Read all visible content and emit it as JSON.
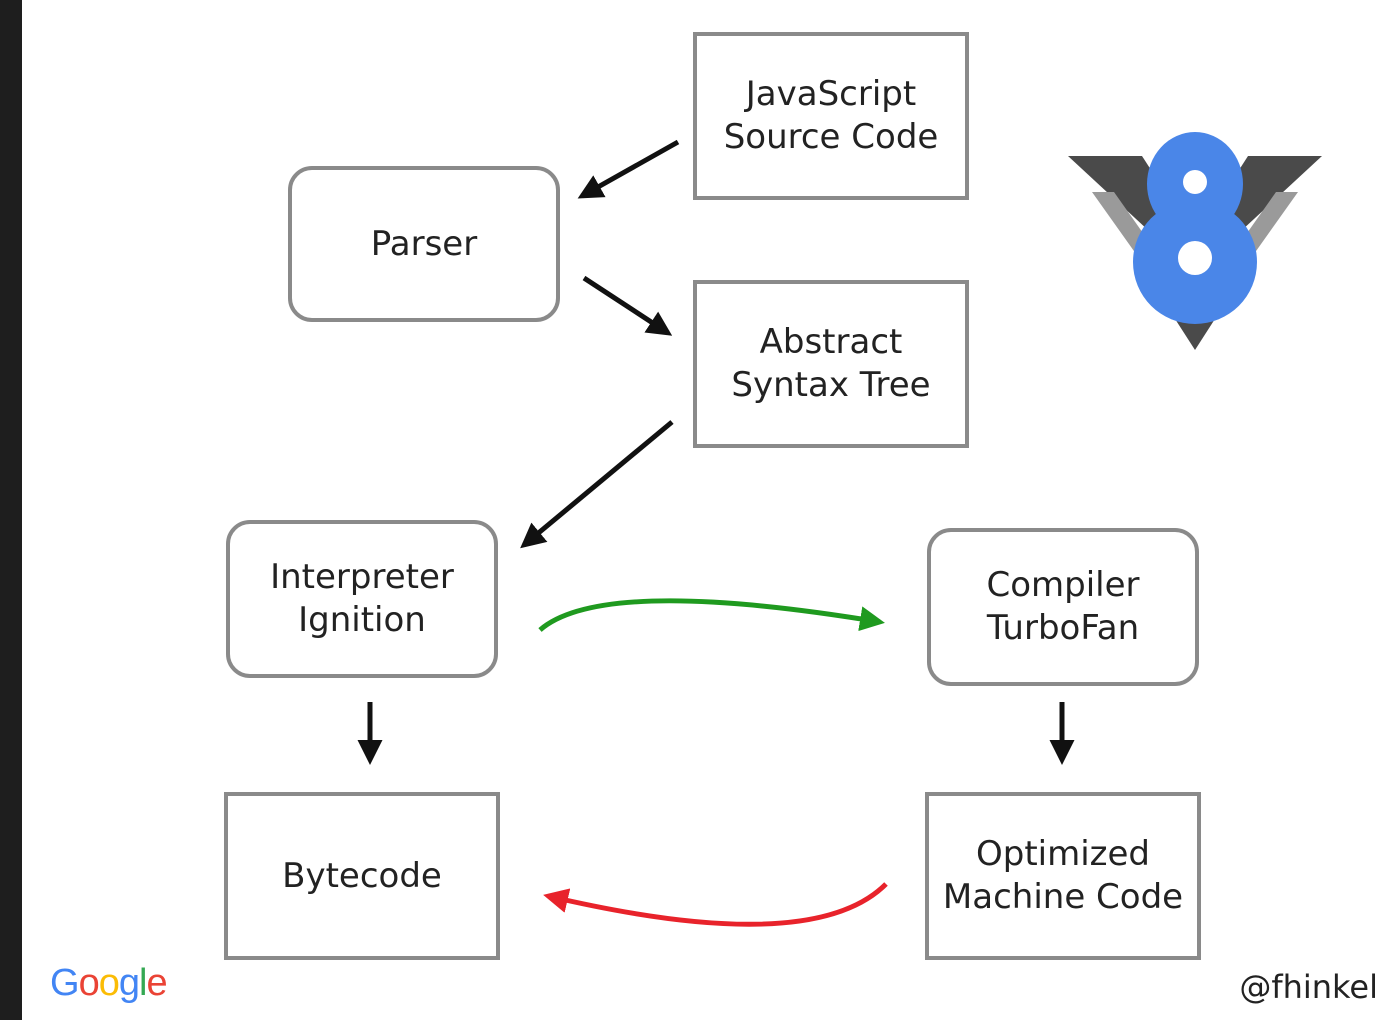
{
  "nodes": {
    "js_source": {
      "line1": "JavaScript",
      "line2": "Source Code"
    },
    "parser": {
      "line1": "Parser"
    },
    "ast": {
      "line1": "Abstract",
      "line2": "Syntax Tree"
    },
    "interpreter": {
      "line1": "Interpreter",
      "line2": "Ignition"
    },
    "compiler": {
      "line1": "Compiler",
      "line2": "TurboFan"
    },
    "bytecode": {
      "line1": "Bytecode"
    },
    "machine_code": {
      "line1": "Optimized",
      "line2": "Machine Code"
    }
  },
  "footer": {
    "logo_letters": [
      "G",
      "o",
      "o",
      "g",
      "l",
      "e"
    ],
    "handle": "@fhinkel"
  },
  "colors": {
    "box_border": "#8a8a8a",
    "arrow_black": "#111111",
    "arrow_green": "#1f9a1f",
    "arrow_red": "#e8232b",
    "v8_blue": "#4a86e8",
    "v8_dark": "#4a4a4a",
    "v8_light": "#9a9a9a",
    "google_blue": "#4285f4",
    "google_red": "#ea4335",
    "google_yellow": "#fbbc05",
    "google_green": "#34a853"
  },
  "logo": {
    "icon": "v8-logo-icon"
  }
}
